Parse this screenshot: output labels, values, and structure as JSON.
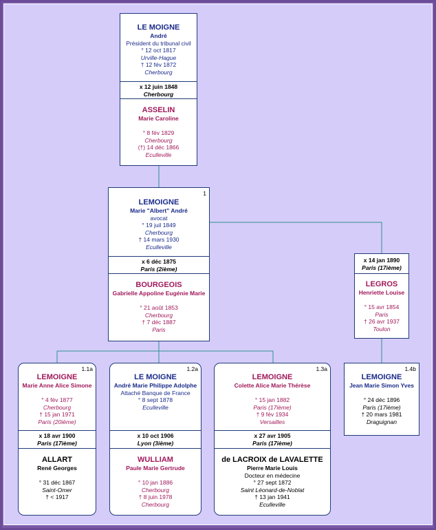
{
  "people": {
    "andre": {
      "surname": "LE MOIGNE",
      "given": "André",
      "occupation": "Président du tribunal civil",
      "birth_date": "° 12 oct 1817",
      "birth_place": "Urville-Hague",
      "death_date": "† 12 fév 1872",
      "death_place": "Cherbourg"
    },
    "marriage_andre": {
      "date": "x 12 juin 1848",
      "place": "Cherbourg"
    },
    "asselin": {
      "surname": "ASSELIN",
      "given": "Marie Caroline",
      "birth_date": "° 8 fév 1829",
      "birth_place": "Cherbourg",
      "death_date": "(†) 14 déc 1866",
      "death_place": "Eculleville"
    },
    "albert": {
      "number": "1",
      "surname": "LEMOIGNE",
      "given": "Marie \"Albert\" André",
      "occupation": "avocat",
      "birth_date": "° 19 juil 1849",
      "birth_place": "Cherbourg",
      "death_date": "† 14 mars 1930",
      "death_place": "Eculleville"
    },
    "marriage_albert_1": {
      "date": "x 6 déc 1875",
      "place": "Paris (2ième)"
    },
    "bourgeois": {
      "surname": "BOURGEOIS",
      "given": "Gabrielle Appoline Eugénie Marie",
      "birth_date": "° 21 août 1853",
      "birth_place": "Cherbourg",
      "death_date": "† 7 déc 1887",
      "death_place": "Paris"
    },
    "marriage_albert_2": {
      "date": "x 14 jan 1890",
      "place": "Paris (17ième)"
    },
    "legros": {
      "surname": "LEGROS",
      "given": "Henriette Louise",
      "birth_date": "° 15 avr 1854",
      "birth_place": "Paris",
      "death_date": "† 26 avr 1937",
      "death_place": "Toulon"
    },
    "c1a": {
      "number": "1.1a",
      "surname": "LEMOIGNE",
      "given": "Marie Anne Alice Simone",
      "birth_date": "° 4 fév 1877",
      "birth_place": "Cherbourg",
      "death_date": "† 15 jan 1971",
      "death_place": "Paris (20ième)"
    },
    "marriage_c1a": {
      "date": "x 18 avr 1900",
      "place": "Paris (17ième)"
    },
    "allart": {
      "surname": "ALLART",
      "given": "René Georges",
      "birth_date": "° 31 déc 1867",
      "birth_place": "Saint-Omer",
      "death_date": "† < 1917"
    },
    "c2a": {
      "number": "1.2a",
      "surname": "LE MOIGNE",
      "given": "André Marie Philippe Adolphe",
      "occupation": "Attaché Banque de France",
      "birth_date": "° 8 sept 1878",
      "birth_place": "Eculleville"
    },
    "marriage_c2a": {
      "date": "x 10 oct 1906",
      "place": "Lyon (3ième)"
    },
    "wulliam": {
      "surname": "WULLIAM",
      "given": "Paule Marie Gertrude",
      "birth_date": "° 10 jan 1886",
      "birth_place": "Cherbourg",
      "death_date": "† 8 juin 1978",
      "death_place": "Cherbourg"
    },
    "c3a": {
      "number": "1.3a",
      "surname": "LEMOIGNE",
      "given": "Colette Alice Marie Thérèse",
      "birth_date": "° 15 jan 1882",
      "birth_place": "Paris (17ième)",
      "death_date": "† 9 fév 1934",
      "death_place": "Versailles"
    },
    "marriage_c3a": {
      "date": "x 27 avr 1905",
      "place": "Paris (17ième)"
    },
    "lacroix": {
      "surname": "de LACROIX de LAVALETTE",
      "given": "Pierre Marie Louis",
      "occupation": "Docteur en médecine",
      "birth_date": "° 27 sept 1872",
      "birth_place": "Saint Léonard-de-Noblat",
      "death_date": "† 13 jan 1941",
      "death_place": "Eculleville"
    },
    "c4b": {
      "number": "1.4b",
      "surname": "LEMOIGNE",
      "given": "Jean Marie Simon Yves",
      "birth_date": "° 24 déc 1896",
      "birth_place": "Paris (17ième)",
      "death_date": "† 20 mars 1981",
      "death_place": "Draguignan"
    }
  },
  "colors": {
    "background": "#d5ccfa",
    "frame": "#7a5aa8",
    "line": "#2f8f8f",
    "male": "#1a2a8a",
    "female": "#a0185a",
    "neutral": "#000000"
  }
}
